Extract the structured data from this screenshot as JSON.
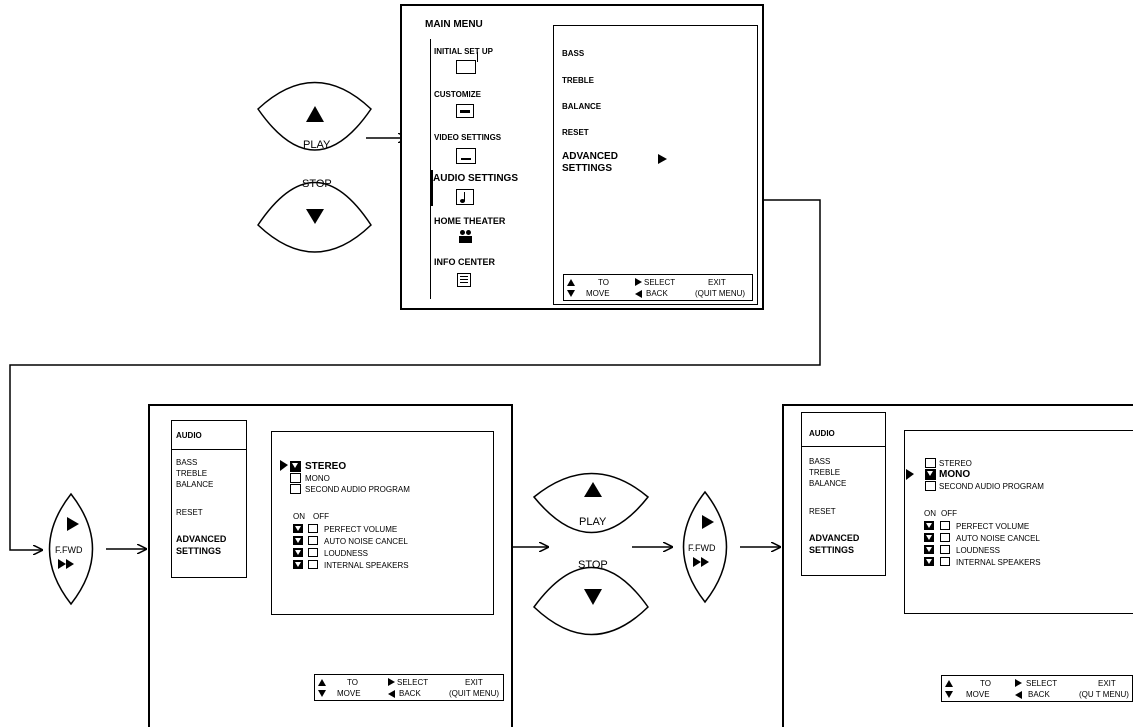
{
  "main_menu": {
    "title": "MAIN MENU",
    "items": [
      {
        "label": "INITIAL SET UP",
        "icon": "tv-antenna-icon"
      },
      {
        "label": "CUSTOMIZE",
        "icon": "key-icon"
      },
      {
        "label": "VIDEO SETTINGS",
        "icon": "video-screen-icon"
      },
      {
        "label": "AUDIO SETTINGS",
        "icon": "music-note-icon"
      },
      {
        "label": "HOME THEATER",
        "icon": "projector-icon"
      },
      {
        "label": "INFO CENTER",
        "icon": "info-panel-icon"
      }
    ],
    "submenu": [
      "BASS",
      "TREBLE",
      "BALANCE",
      "RESET"
    ],
    "advanced_line1": "ADVANCED",
    "advanced_line2": "SETTINGS"
  },
  "help_bar": {
    "to": "TO",
    "move": "MOVE",
    "select": "SELECT",
    "back": "BACK",
    "exit": "EXIT",
    "quit_menu": "(QUIT MENU)",
    "quit_menu_alt": "(QU T MENU)"
  },
  "audio_menu": {
    "title": "AUDIO",
    "items": [
      "BASS",
      "TREBLE",
      "BALANCE"
    ],
    "reset": "RESET",
    "advanced_line1": "ADVANCED",
    "advanced_line2": "SETTINGS"
  },
  "advanced_panel": {
    "sound_modes": [
      "STEREO",
      "MONO",
      "SECOND AUDIO PROGRAM"
    ],
    "on_label": "ON",
    "off_label": "OFF",
    "options": [
      "PERFECT VOLUME",
      "AUTO NOISE CANCEL",
      "LOUDNESS",
      "INTERNAL SPEAKERS"
    ]
  },
  "buttons": {
    "play": "PLAY",
    "stop": "STOP",
    "ffwd": "F.FWD"
  }
}
